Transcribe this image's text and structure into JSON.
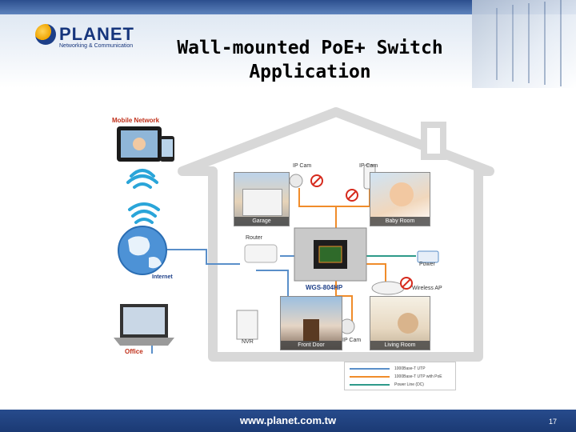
{
  "brand": {
    "name": "PLANET",
    "tagline": "Networking & Communication"
  },
  "slide": {
    "title_line1": "Wall-mounted PoE+ Switch",
    "title_line2": "Application"
  },
  "diagram": {
    "mobile_network": "Mobile Network",
    "internet": "Internet",
    "office": "Office",
    "router": "Router",
    "ip_cam_1": "IP Cam",
    "ip_cam_2": "IP Cam",
    "ip_cam_3": "IP Cam",
    "switch_model": "WGS-804HP",
    "power": "Power",
    "wireless_ap": "Wireless AP",
    "nvr": "NVR",
    "rooms": {
      "garage": "Garage",
      "baby_room": "Baby Room",
      "front_door": "Front Door",
      "living_room": "Living Room"
    }
  },
  "legend": {
    "items": [
      {
        "label": "1000Base-T UTP",
        "color": "#5a8fc9"
      },
      {
        "label": "1000Base-T UTP with PoE",
        "color": "#f08c2a"
      },
      {
        "label": "Power Line (DC)",
        "color": "#2e9a8a"
      }
    ]
  },
  "footer": {
    "url": "www.planet.com.tw",
    "page_number": "17"
  }
}
